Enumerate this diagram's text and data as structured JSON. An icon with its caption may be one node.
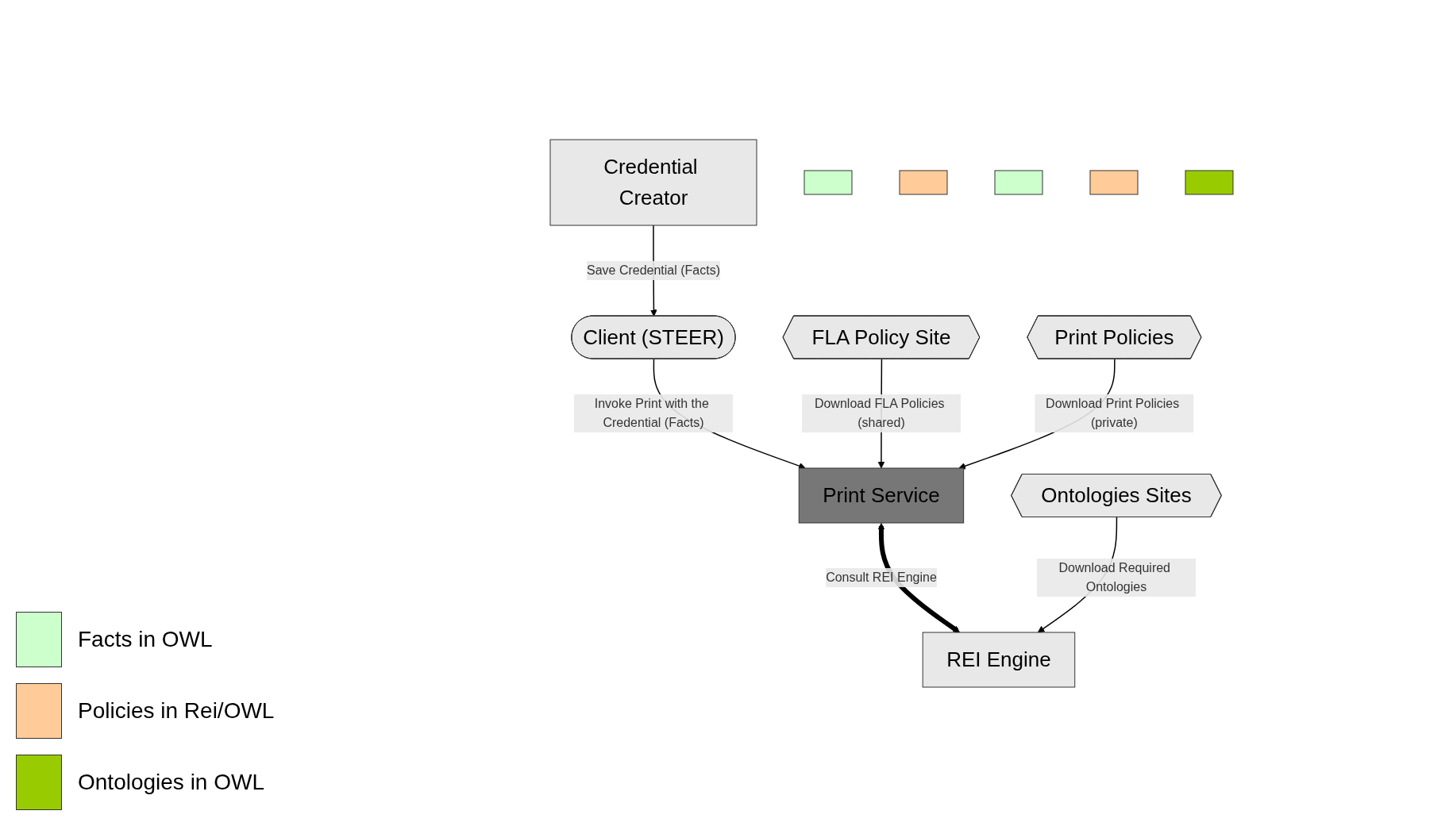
{
  "diagram": {
    "nodes": [
      {
        "text": [
          "Credential Creator"
        ]
      },
      {
        "text": [
          "FLA Policy Site"
        ]
      },
      {
        "text": [
          "Client (STEER)"
        ]
      },
      {
        "text": [
          "Print Service"
        ]
      },
      {
        "text": [
          "Print Policies"
        ]
      },
      {
        "text": [
          "REI Engine"
        ]
      },
      {
        "text": [
          "Ontologies Sites"
        ]
      },
      {
        "text": [],
        "shape": "box"
      },
      {
        "text": [],
        "shape": "box"
      },
      {
        "text": [],
        "shape": "box"
      },
      {
        "text": [],
        "shape": "box"
      },
      {
        "text": [],
        "shape": "box"
      }
    ],
    "edges": [
      {
        "from": 0,
        "to": 2,
        "arrow": "to",
        "label": "Save Credential (Facts)"
      },
      {
        "from": 2,
        "to": 3,
        "arrow": "to",
        "label": "Invoke Print with the Credential (Facts)"
      },
      {
        "from": 1,
        "to": 3,
        "arrow": "to",
        "label": "Download FLA Policies (shared)"
      },
      {
        "from": 4,
        "to": 3,
        "arrow": "to",
        "label": "Download Print Policies (private)"
      },
      {
        "from": 3,
        "to": 5,
        "arrow": "both",
        "label": "Consult REI Engine",
        "style": "thick"
      },
      {
        "from": 6,
        "to": 5,
        "arrow": "to",
        "label": "Download Required Ontologies"
      }
    ],
    "legend": [
      {
        "text": "Facts in OWL",
        "color": "#ccffcc"
      },
      {
        "text": "Policies in Rei/OWL",
        "color": "#ffcc99"
      },
      {
        "text": "Ontologies in OWL",
        "color": "#99cc00"
      }
    ]
  }
}
